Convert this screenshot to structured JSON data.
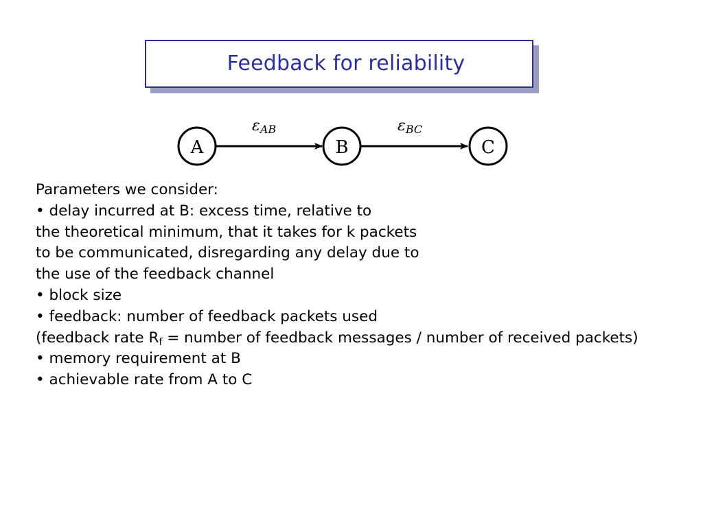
{
  "slide": {
    "title": "Feedback for reliability",
    "diagram": {
      "nodes": [
        "A",
        "B",
        "C"
      ],
      "edges": [
        {
          "from": "A",
          "to": "B",
          "label_symbol": "ε",
          "label_sub": "AB"
        },
        {
          "from": "B",
          "to": "C",
          "label_symbol": "ε",
          "label_sub": "BC"
        }
      ]
    },
    "body": {
      "intro": "Parameters we consider:",
      "bullet_delay_1": "• delay incurred at B: excess time, relative to",
      "bullet_delay_2": "the theoretical minimum, that it takes for k packets",
      "bullet_delay_3": "to be communicated, disregarding any delay due to",
      "bullet_delay_4": "the use of the feedback channel",
      "bullet_block": "• block size",
      "bullet_feedback": "• feedback: number of feedback packets used",
      "feedback_rate_prefix": "(feedback rate R",
      "feedback_rate_sub": "f",
      "feedback_rate_suffix": " = number of feedback messages / number of received packets)",
      "bullet_memory": "• memory requirement at B",
      "bullet_rate": "• achievable rate from A to C"
    }
  },
  "colors": {
    "title_text": "#2b2f9a",
    "title_border": "#2b2f8a",
    "title_shadow": "#9a9dc4"
  }
}
